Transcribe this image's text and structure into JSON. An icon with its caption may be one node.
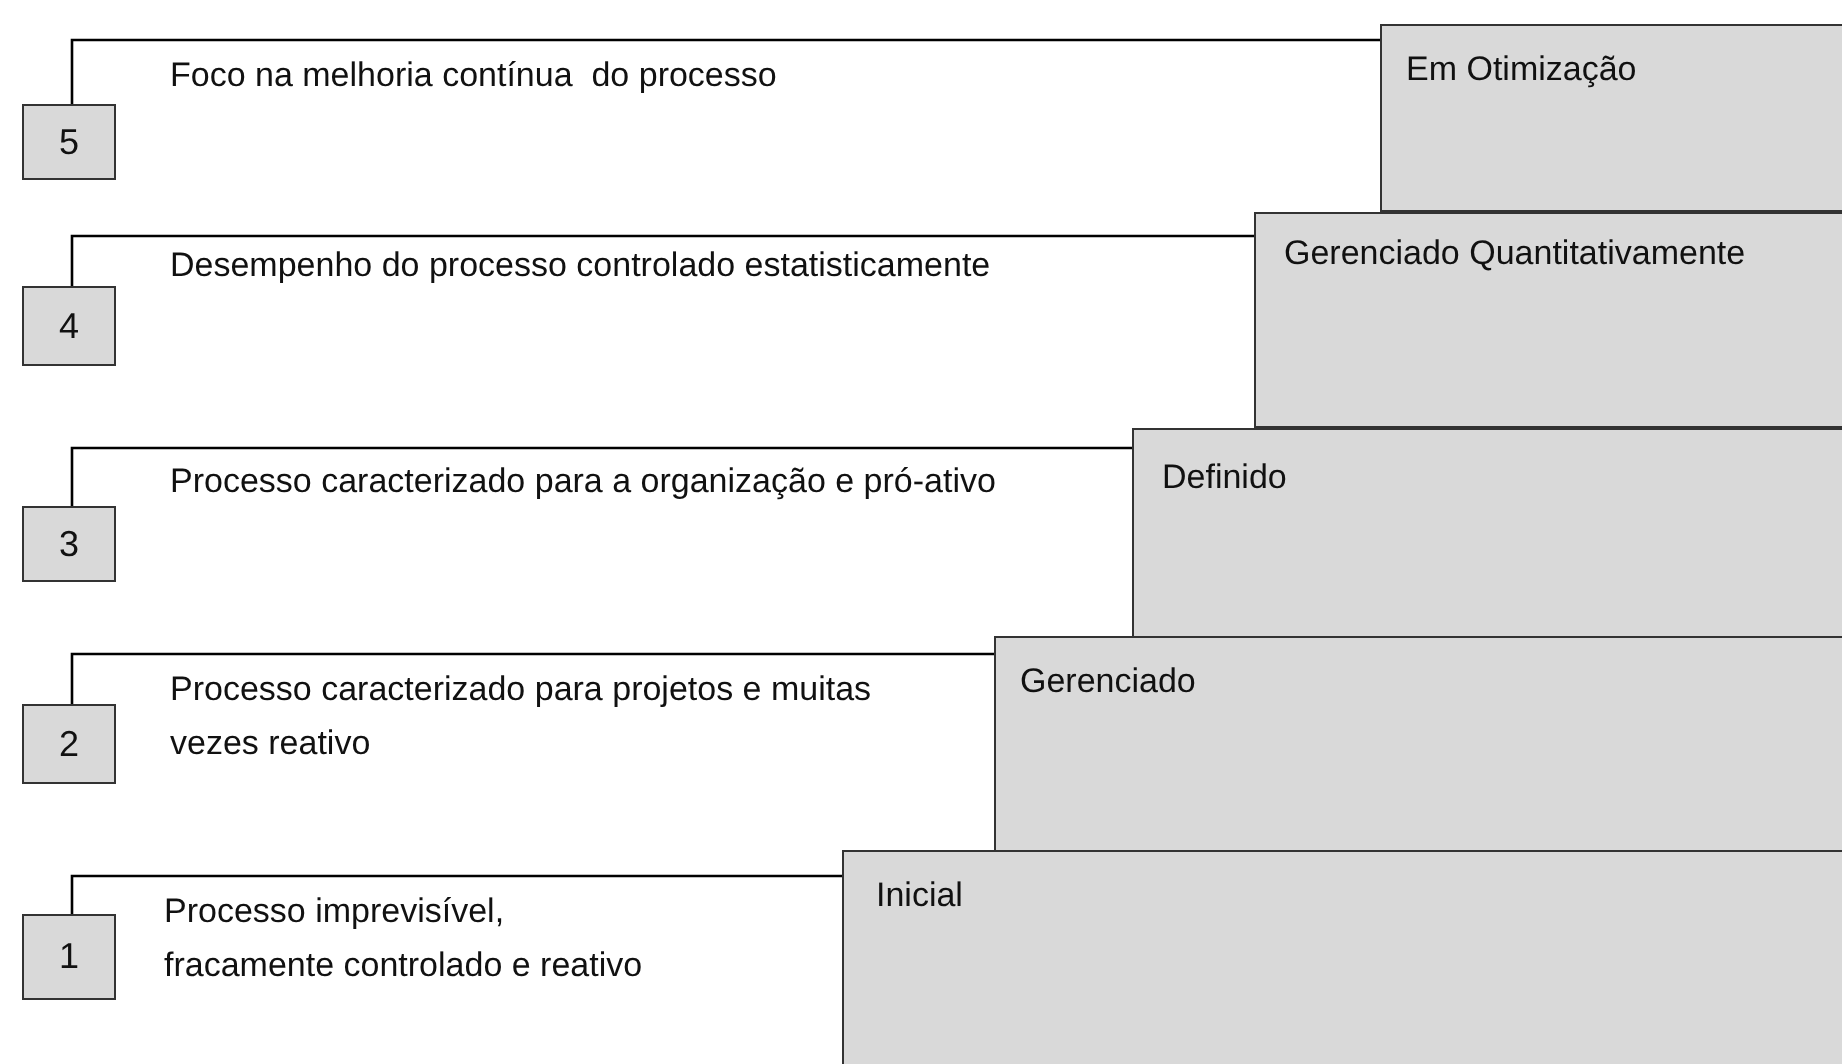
{
  "diagram": {
    "nodes": [
      {
        "text": [
          "5"
        ],
        "beside": [
          "Foco na melhoria contínua  do processo"
        ]
      },
      {
        "text": [
          "Em Otimização"
        ]
      },
      {
        "text": [
          "4"
        ],
        "beside": [
          "Desempenho do processo controlado estatisticamente"
        ]
      },
      {
        "text": [
          "Gerenciado Quantitativamente"
        ]
      },
      {
        "text": [
          "3"
        ],
        "beside": [
          "Processo caracterizado para a organização e pró-ativo"
        ]
      },
      {
        "text": [
          "Definido"
        ]
      },
      {
        "text": [
          "2"
        ],
        "beside": [
          "Processo caracterizado para projetos e muitas vezes reativo"
        ]
      },
      {
        "text": [
          "Gerenciado"
        ]
      },
      {
        "text": [
          "1"
        ],
        "beside": [
          "Processo imprevisível, fracamente controlado e reativo"
        ]
      },
      {
        "text": [
          "Inicial"
        ]
      }
    ],
    "edges": [
      {
        "from": 0,
        "to": 1,
        "arrow": "none"
      },
      {
        "from": 2,
        "to": 3,
        "arrow": "none"
      },
      {
        "from": 4,
        "to": 5,
        "arrow": "none"
      },
      {
        "from": 6,
        "to": 7,
        "arrow": "none"
      },
      {
        "from": 8,
        "to": 9,
        "arrow": "none"
      }
    ]
  }
}
